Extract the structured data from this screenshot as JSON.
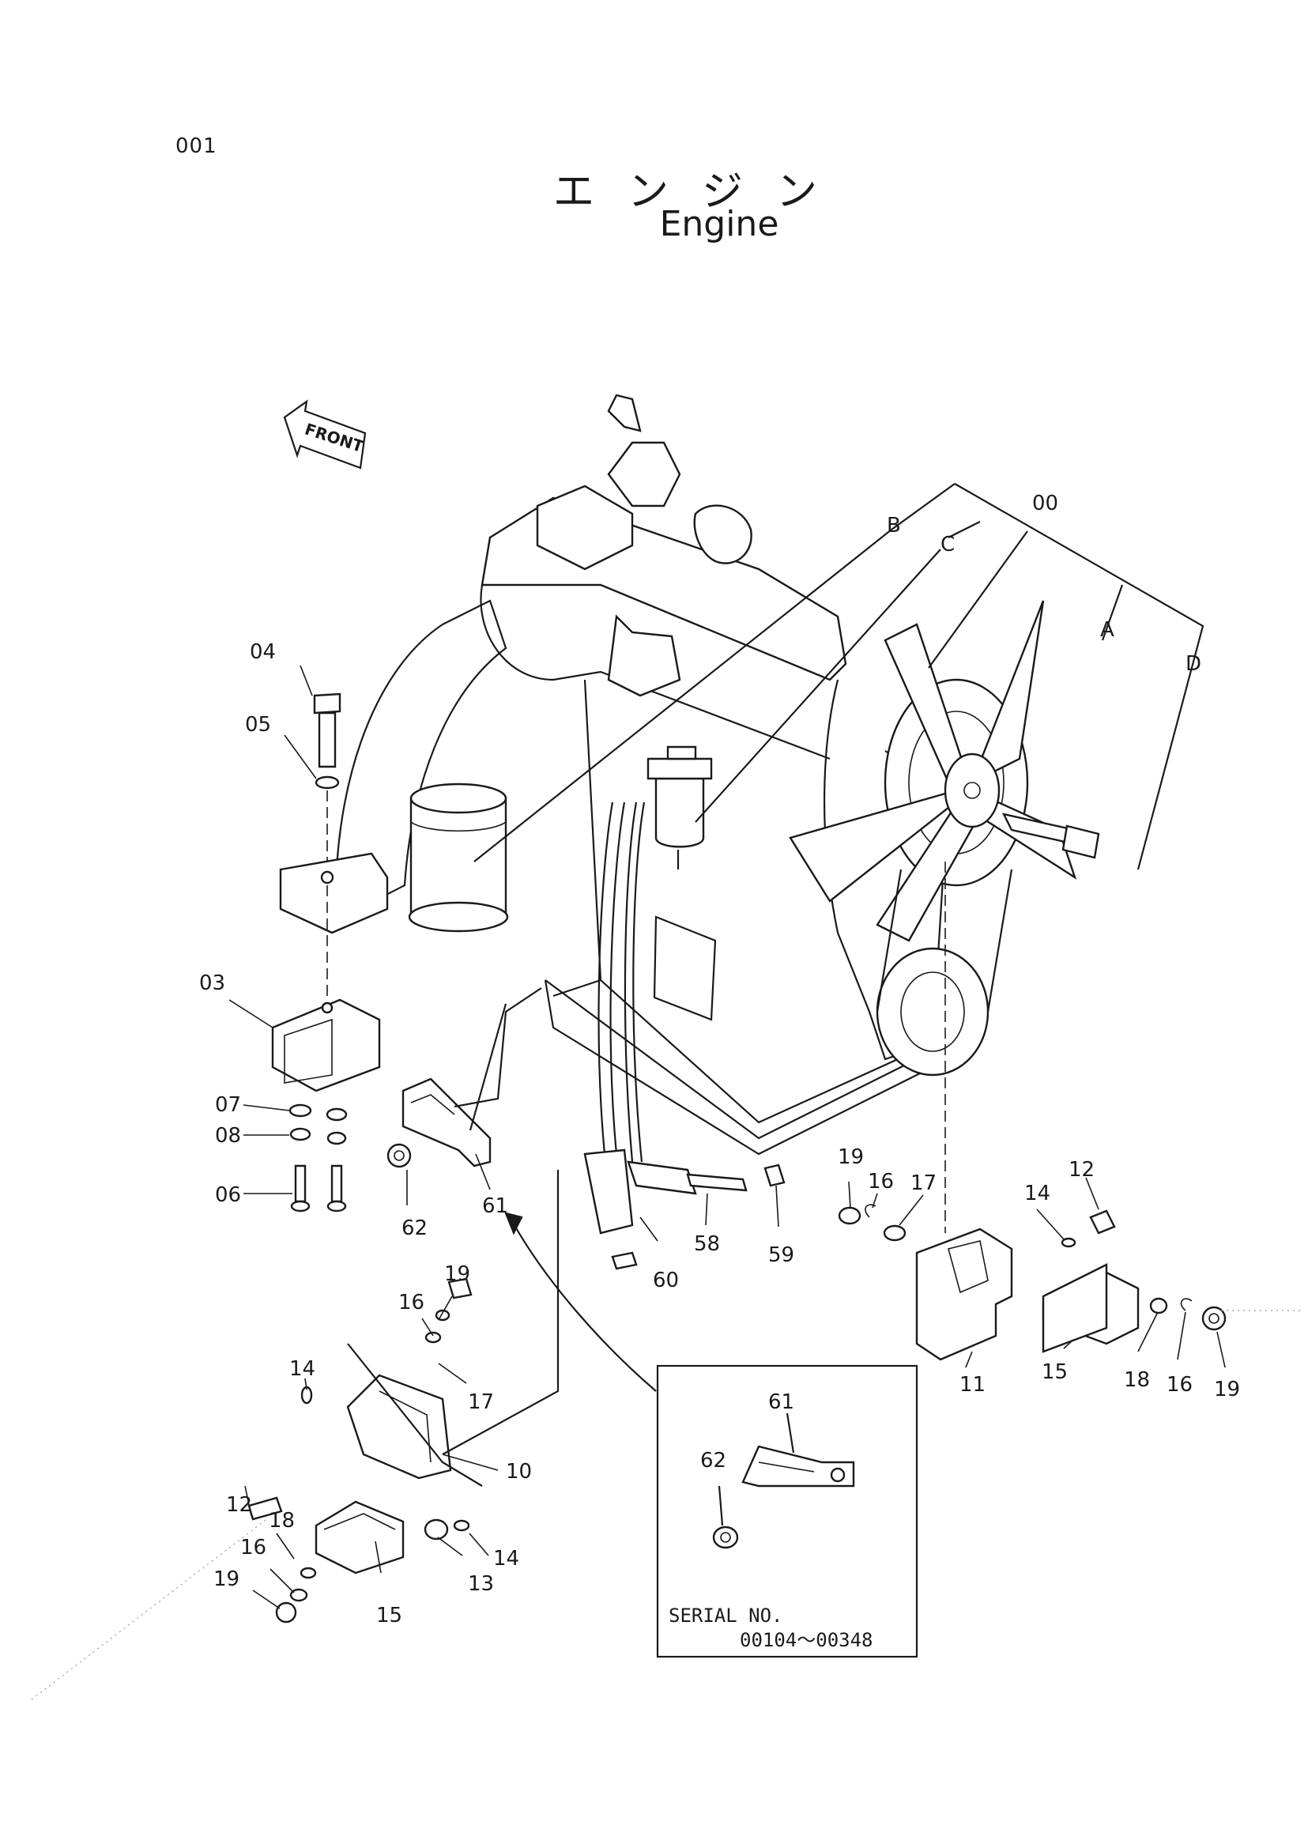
{
  "page_number": "001",
  "title_jp": "エンジン",
  "title_en": "Engine",
  "front_label": "FRONT",
  "callouts": {
    "c00": "00",
    "cA": "A",
    "cB": "B",
    "cC": "C",
    "cD": "D",
    "c03": "03",
    "c04": "04",
    "c05": "05",
    "c06": "06",
    "c07": "07",
    "c08": "08",
    "c10": "10",
    "c11": "11",
    "c12a": "12",
    "c12b": "12",
    "c13": "13",
    "c14a": "14",
    "c14b": "14",
    "c14c": "14",
    "c15a": "15",
    "c15b": "15",
    "c16a": "16",
    "c16b": "16",
    "c16c": "16",
    "c16d": "16",
    "c17a": "17",
    "c17b": "17",
    "c18a": "18",
    "c18b": "18",
    "c19a": "19",
    "c19b": "19",
    "c19c": "19",
    "c19d": "19",
    "c58": "58",
    "c59": "59",
    "c60": "60",
    "c61": "61",
    "c62": "62",
    "inset61": "61",
    "inset62": "62"
  },
  "inset": {
    "serial_label": "SERIAL  NO.",
    "serial_range": "00104～00348"
  }
}
